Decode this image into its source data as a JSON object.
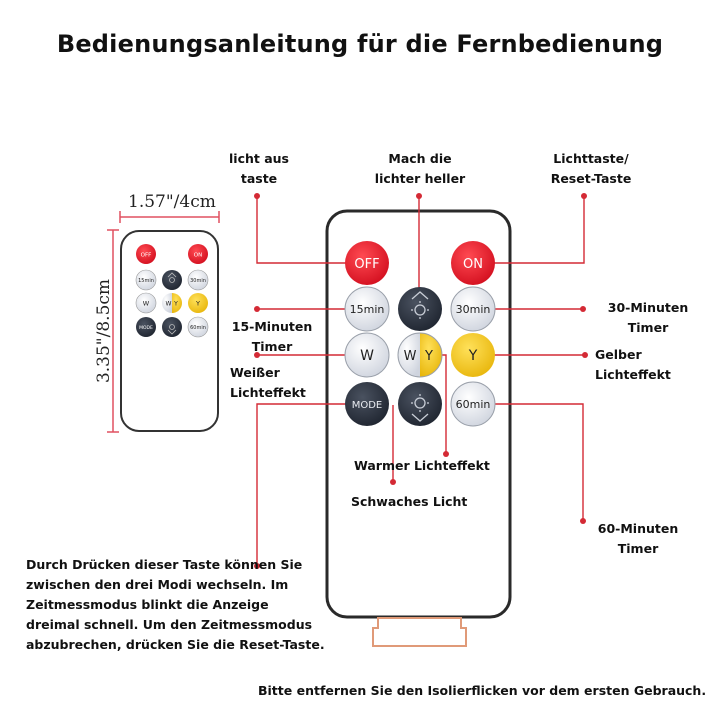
{
  "title": "Bedienungsanleitung für die Fernbedienung",
  "dimensions": {
    "width": "1.57\"/4cm",
    "height": "3.35\"/8.5cm"
  },
  "buttons": {
    "off": "OFF",
    "on": "ON",
    "timer15": "15min",
    "timer30": "30min",
    "timer60": "60min",
    "white": "W",
    "yellow": "Y",
    "wy_w": "W",
    "wy_y": "Y",
    "mode": "MODE"
  },
  "labels": {
    "off": [
      "licht aus",
      "taste"
    ],
    "brighter": [
      "Mach die",
      "lichter heller"
    ],
    "on": [
      "Lichttaste/",
      "Reset-Taste"
    ],
    "timer15": [
      "15-Minuten",
      "Timer"
    ],
    "timer30": [
      "30-Minuten",
      "Timer"
    ],
    "white": [
      "Weißer",
      "Lichteffekt"
    ],
    "yellow": "Gelber Lichteffekt",
    "warm": "Warmer Lichteffekt",
    "dim": "Schwaches Licht",
    "timer60": [
      "60-Minuten",
      "Timer"
    ]
  },
  "mode_description": "Durch Drücken dieser Taste können Sie zwischen den drei Modi wechseln. Im Zeitmessmodus blinkt die Anzeige dreimal schnell. Um den Zeitmessmodus abzubrechen, drücken Sie die Reset-Taste.",
  "bottom_note": "Bitte entfernen Sie den Isolierflicken vor dem ersten Gebrauch.",
  "colors": {
    "red": "#e8192c",
    "dark": "#2d3440",
    "light": "#e4e7ee",
    "yellow": "#f2c418",
    "leader": "#d42a35",
    "dimline": "#e05060"
  }
}
